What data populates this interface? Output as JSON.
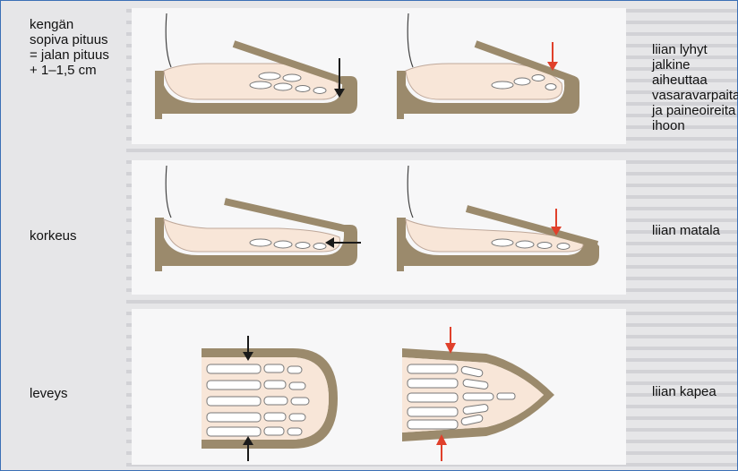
{
  "labels": {
    "length_ok": "kengän\nsopiva pituus\n= jalan pituus\n+ 1–1,5 cm",
    "length_bad": "liian lyhyt\njalkine aiheuttaa\nvasaravarpaita\nja paineoireita\nihoon",
    "height_ok": "korkeus",
    "height_bad": "liian matala",
    "width_ok": "leveys",
    "width_bad": "liian kapea"
  },
  "colors": {
    "shoe": "#9b8a6c",
    "skin": "#f8e6d8",
    "bone": "#ffffff",
    "arrow_ok": "#1a1a1a",
    "arrow_bad": "#e0402b"
  }
}
